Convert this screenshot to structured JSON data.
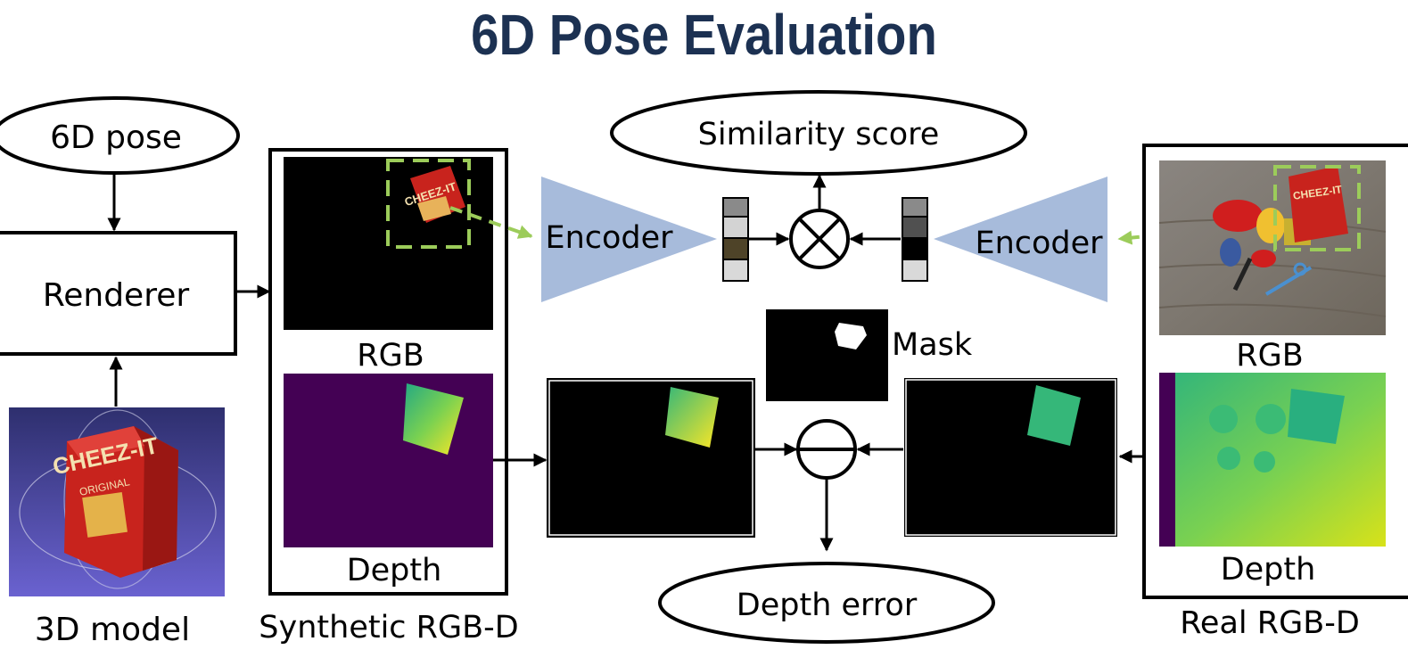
{
  "title": "6D Pose Evaluation",
  "nodes": {
    "pose": "6D pose",
    "renderer": "Renderer",
    "model_caption": "3D model",
    "model_box_text": [
      "CHEEZ-IT",
      "ORIGINAL"
    ],
    "synthetic_caption": "Synthetic RGB-D",
    "synthetic_rgb": "RGB",
    "synthetic_depth": "Depth",
    "real_caption": "Real RGB-D",
    "real_rgb": "RGB",
    "real_depth": "Depth",
    "encoder_left": "Encoder",
    "encoder_right": "Encoder",
    "similarity": "Similarity score",
    "mask": "Mask",
    "depth_error": "Depth error",
    "box_brand": "CHEEZ-IT"
  },
  "colors": {
    "title": "#1c3152",
    "encoder": "#a7bbdb",
    "dashed": "#9ccc5a",
    "depth_bg": "#440154",
    "model_bg": "#5b56b8"
  },
  "icons": {
    "multiply": "circled-times-icon",
    "minus": "circled-minus-icon"
  }
}
